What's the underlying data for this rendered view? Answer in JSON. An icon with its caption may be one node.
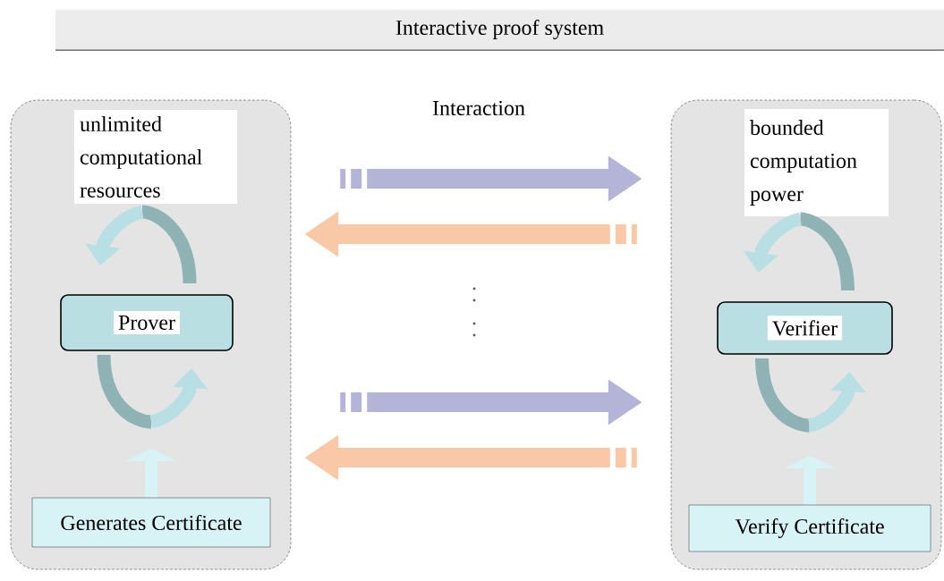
{
  "diagram": {
    "title": "Interactive proof system",
    "nodes": [
      {
        "text": [],
        "shape": "box"
      },
      {
        "text": [
          "unlimited computational resources"
        ],
        "in": 0
      },
      {
        "text": [
          "Prover"
        ],
        "in": 0
      },
      {
        "text": [
          "Generates Certificate"
        ],
        "in": 0
      },
      {
        "text": [],
        "shape": "box"
      },
      {
        "text": [
          "bounded computation power"
        ],
        "in": 4
      },
      {
        "text": [
          "Verifier"
        ],
        "in": 4
      },
      {
        "text": [
          "Verify Certificate"
        ],
        "in": 4
      }
    ],
    "edges": [
      {
        "from": 0,
        "to": 4,
        "arrow": "to",
        "color": "#b4b4d8"
      },
      {
        "from": 4,
        "to": 0,
        "arrow": "to",
        "color": "#f9c8a6"
      },
      {
        "from": 0,
        "to": 4,
        "arrow": "to",
        "color": "#b4b4d8"
      },
      {
        "from": 4,
        "to": 0,
        "arrow": "to",
        "color": "#f9c8a6"
      }
    ],
    "labels": [
      "Interaction"
    ]
  }
}
